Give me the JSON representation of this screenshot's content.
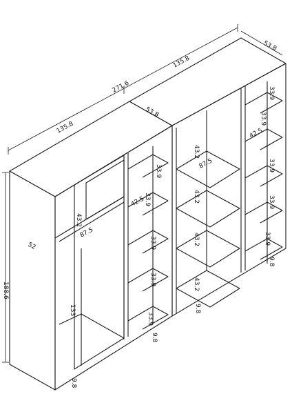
{
  "dimensions": {
    "total_width": "271.6",
    "left_width": "135.8",
    "right_width": "135.8",
    "depth_outer": "53.8",
    "depth_mid": "53.8",
    "height": "188.6",
    "left_depth_side": "52",
    "left_top_compartment": "43.2",
    "left_inner_width": "87.5",
    "left_hanging": "133",
    "left_bottom": "9.8",
    "left_shelf_col_width": "42.5",
    "left_col_shelves": [
      "33.9",
      "33.9",
      "33.9",
      "33.9",
      "33.9"
    ],
    "left_col_bottom": "9.8",
    "mid_inner_width": "87.5",
    "mid_sections": [
      "43.2",
      "43.2",
      "43.2",
      "43.2"
    ],
    "mid_bottom": "9.8",
    "right_shelf_col_width": "42.5",
    "right_col_shelves": [
      "33.9",
      "33.9",
      "33.9",
      "33.9",
      "33.9"
    ],
    "right_col_bottom": "9.8"
  }
}
